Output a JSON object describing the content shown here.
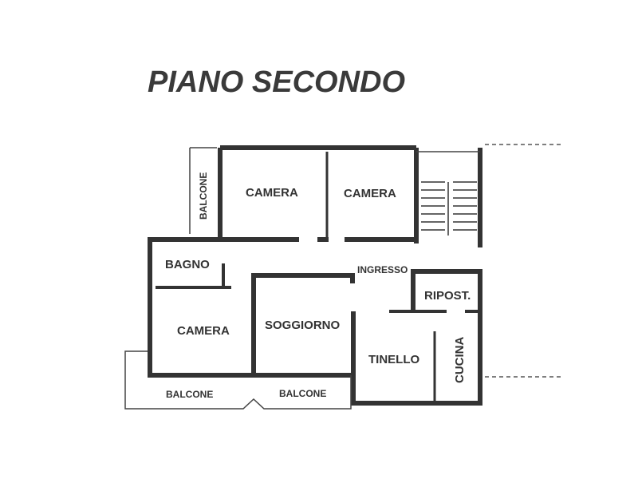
{
  "title": "PIANO SECONDO",
  "rooms": {
    "camera_top_left": "CAMERA",
    "camera_top_right": "CAMERA",
    "balcone_left": "BALCONE",
    "bagno": "BAGNO",
    "ingresso": "INGRESSO",
    "ripostiglio": "RIPOST.",
    "camera_bottom": "CAMERA",
    "soggiorno": "SOGGIORNO",
    "tinello": "TINELLO",
    "cucina": "CUCINA",
    "balcone_bottom_left": "BALCONE",
    "balcone_bottom_right": "BALCONE"
  }
}
